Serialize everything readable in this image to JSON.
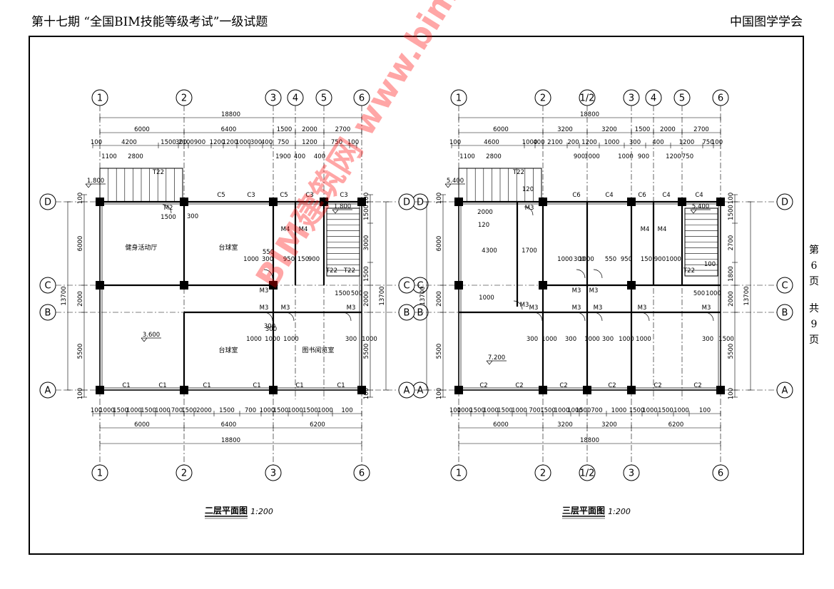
{
  "header": {
    "left": "第十七期 “全国BIM技能等级考试”一级试题",
    "right": "中国图学学会"
  },
  "side": [
    "第",
    "6",
    "页",
    "共",
    "9",
    "页"
  ],
  "plans": [
    {
      "title": "二层平面图",
      "scale": "1:200",
      "top_axes": [
        "1",
        "2",
        "3",
        "4",
        "5",
        "6"
      ],
      "bottom_axes": [
        "1",
        "2",
        "3",
        "6"
      ],
      "rows": [
        "D",
        "C",
        "B",
        "A"
      ],
      "top_total": "18800",
      "top_bays": [
        "6000",
        "6400",
        "1500",
        "2000",
        "2700"
      ],
      "top_d1": [
        "100",
        "4200",
        "1500",
        "300",
        "2100",
        "900",
        "1200",
        "1200",
        "1000",
        "300",
        "400",
        "750",
        "1200",
        "750",
        "100"
      ],
      "top_d2": [
        "1100",
        "2800",
        "1900",
        "400",
        "400"
      ],
      "bottom_d1": [
        "100",
        "1000",
        "1500",
        "1000",
        "1500",
        "1000",
        "700",
        "1500",
        "2000",
        "1500",
        "700",
        "1000",
        "1500",
        "1000",
        "1500",
        "1000",
        "100"
      ],
      "bottom_bays": [
        "6000",
        "6400",
        "6200"
      ],
      "bottom_total": "18800",
      "left_dims": [
        "100",
        "6000",
        "2000",
        "5500",
        "100"
      ],
      "left_total": "13700",
      "right_dims": [
        "100",
        "1500",
        "3000",
        "1500",
        "2000",
        "5500",
        "100"
      ],
      "right_total": "13700",
      "rooms": [
        "健身活动厅",
        "台球室",
        "台球室",
        "图书阅览室"
      ],
      "elev": [
        "1.800",
        "3.600",
        "1.800"
      ],
      "labels": [
        "C5",
        "C3",
        "C5",
        "C3",
        "C3",
        "C1",
        "C1",
        "C1",
        "C1",
        "C1",
        "C1",
        "M2",
        "M3",
        "M3",
        "M3",
        "M3",
        "M4",
        "M4",
        "T22",
        "T22",
        "T22"
      ],
      "misc": [
        "300",
        "1500",
        "1000",
        "300",
        "550",
        "950",
        "150",
        "900",
        "1000",
        "300",
        "1000",
        "1000",
        "300",
        "1000",
        "300",
        "1500",
        "500"
      ]
    },
    {
      "title": "三层平面图",
      "scale": "1:200",
      "top_axes": [
        "1",
        "2",
        "1/2",
        "3",
        "4",
        "5",
        "6"
      ],
      "bottom_axes": [
        "1",
        "2",
        "1/2",
        "3",
        "6"
      ],
      "rows": [
        "D",
        "C",
        "B",
        "A"
      ],
      "top_total": "18800",
      "top_bays": [
        "6000",
        "3200",
        "3200",
        "1500",
        "2000",
        "2700"
      ],
      "top_d1": [
        "100",
        "4600",
        "1000",
        "400",
        "2100",
        "200",
        "1200",
        "1000",
        "300",
        "400",
        "1200",
        "750",
        "100"
      ],
      "top_d2": [
        "1100",
        "2800",
        "900",
        "1000",
        "1000",
        "900",
        "1200",
        "750"
      ],
      "bottom_d1": [
        "100",
        "1000",
        "1500",
        "1000",
        "1500",
        "1000",
        "700",
        "1500",
        "1000",
        "1000",
        "1500",
        "700",
        "1000",
        "1500",
        "1000",
        "1500",
        "1000",
        "100"
      ],
      "bottom_bays": [
        "6000",
        "3200",
        "3200",
        "6200"
      ],
      "bottom_total": "18800",
      "left_dims": [
        "100",
        "6000",
        "2000",
        "5500",
        "100"
      ],
      "left_total": "13700",
      "right_dims": [
        "100",
        "1500",
        "2700",
        "1800",
        "2000",
        "5500",
        "100"
      ],
      "right_total": "13700",
      "rooms": [],
      "elev": [
        "5.400",
        "7.200",
        "5.400"
      ],
      "labels": [
        "C6",
        "C4",
        "C6",
        "C4",
        "C4",
        "C2",
        "C2",
        "C2",
        "C2",
        "C2",
        "C2",
        "M3",
        "M3",
        "M3",
        "M3",
        "M3",
        "M3",
        "M3",
        "M3",
        "M3",
        "M4",
        "M4",
        "T22",
        "T22"
      ],
      "misc": [
        "4300",
        "1700",
        "1000",
        "300",
        "1000",
        "550",
        "950",
        "150",
        "900",
        "1000",
        "300",
        "1000",
        "300",
        "1000",
        "300",
        "1000",
        "1000",
        "300",
        "1500",
        "500",
        "1000",
        "2000",
        "120",
        "120",
        "100",
        "1000"
      ]
    }
  ],
  "watermark": "BIM建筑网 www.bimcn.com"
}
